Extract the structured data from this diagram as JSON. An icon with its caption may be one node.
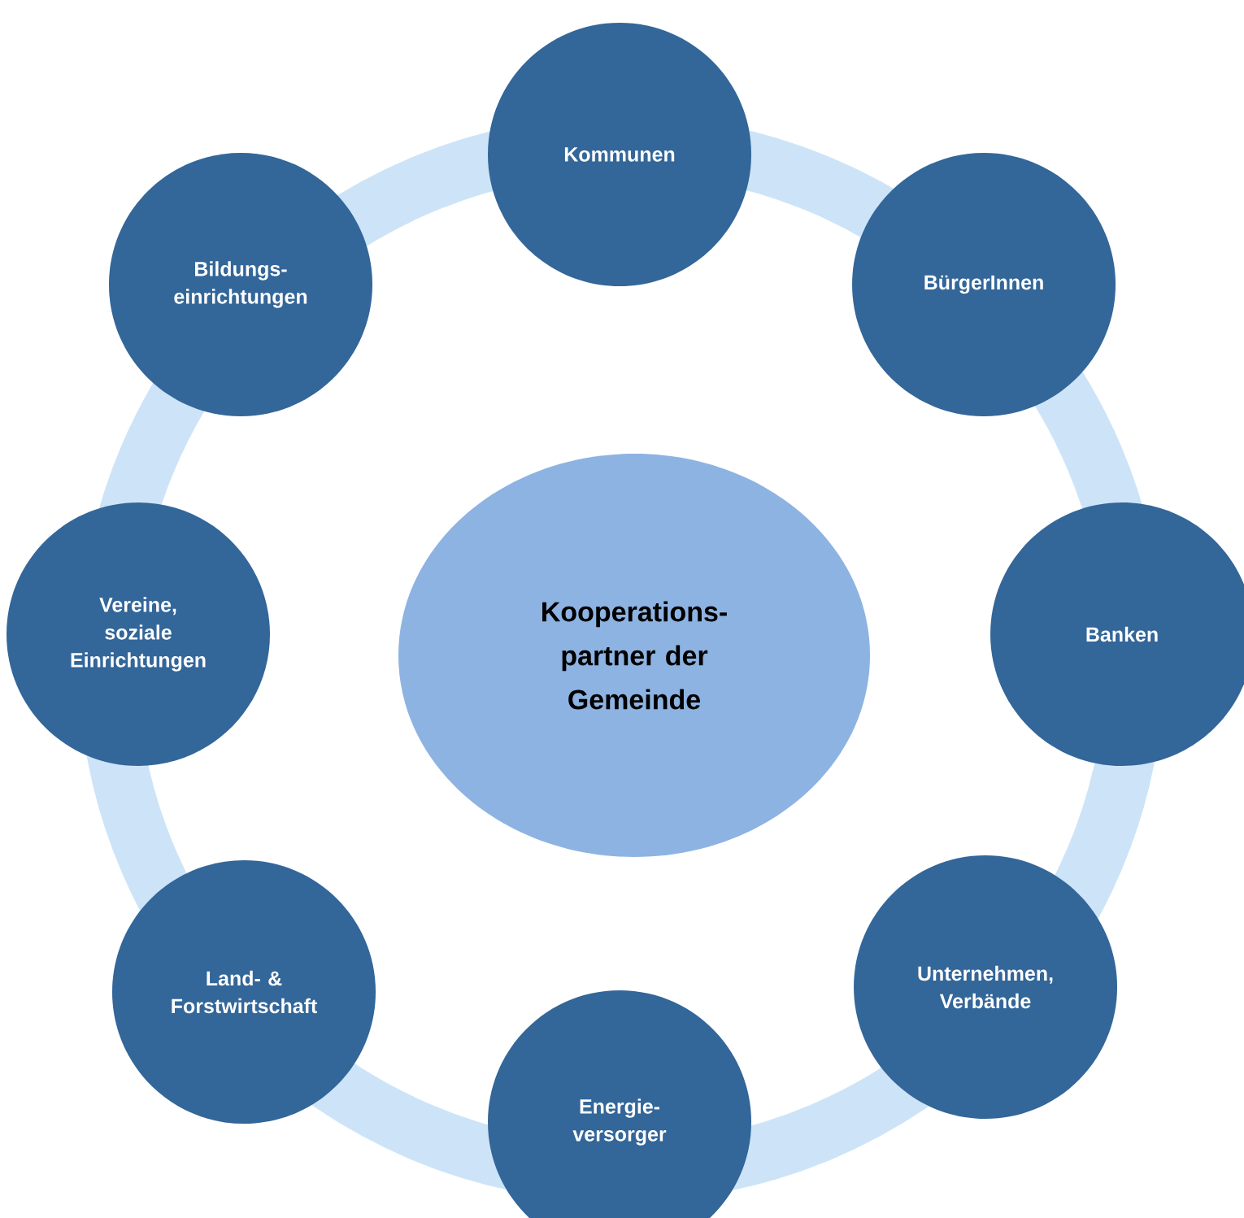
{
  "diagram": {
    "nodes": [
      {
        "text": [
          "Kooperations- partner der Gemeinde"
        ]
      },
      {
        "text": [
          "Kommunen"
        ]
      },
      {
        "text": [
          "BürgerInnen"
        ]
      },
      {
        "text": [
          "Banken"
        ]
      },
      {
        "text": [
          "Unternehmen, Verbände"
        ]
      },
      {
        "text": [
          "Energie- versorger"
        ]
      },
      {
        "text": [
          "Land- & Forstwirtschaft"
        ]
      },
      {
        "text": [
          "Vereine, soziale Einrichtungen"
        ]
      },
      {
        "text": [
          "Bildungs- einrichtungen"
        ]
      }
    ]
  }
}
